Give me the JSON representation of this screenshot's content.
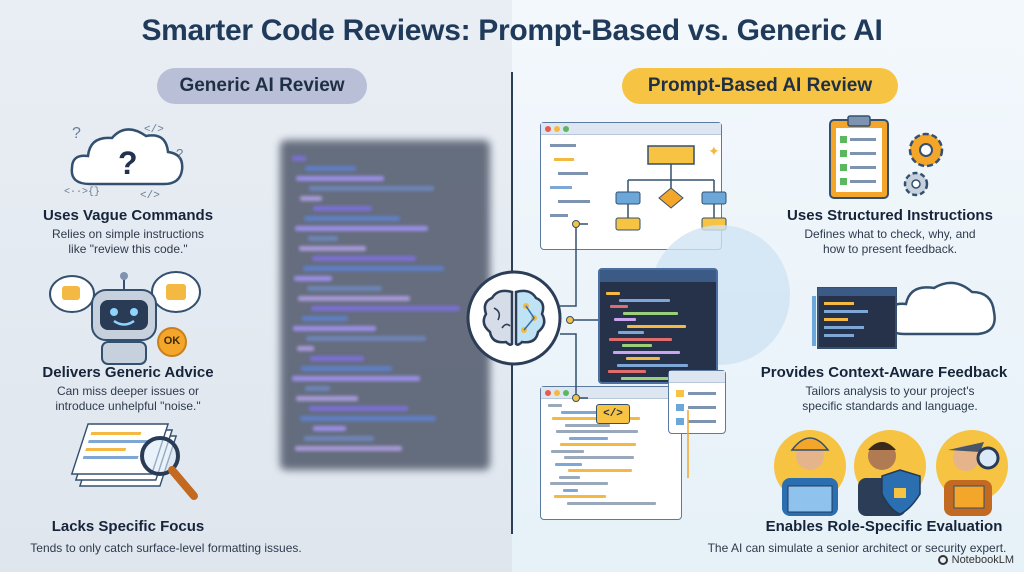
{
  "title": "Smarter Code Reviews: Prompt-Based vs. Generic AI",
  "left": {
    "heading": "Generic AI Review",
    "features": [
      {
        "title": "Uses Vague Commands",
        "desc_line1": "Relies on simple instructions",
        "desc_line2": "like \"review this code.\""
      },
      {
        "title": "Delivers Generic Advice",
        "desc_line1": "Can miss deeper issues or",
        "desc_line2": "introduce unhelpful \"noise.\""
      },
      {
        "title": "Lacks Specific Focus",
        "desc_line1": "Tends to only catch surface-level formatting issues.",
        "desc_line2": ""
      }
    ],
    "ok_badge": "OK"
  },
  "right": {
    "heading": "Prompt-Based AI Review",
    "features": [
      {
        "title": "Uses Structured Instructions",
        "desc_line1": "Defines what to check, why, and",
        "desc_line2": "how to present feedback."
      },
      {
        "title": "Provides Context-Aware Feedback",
        "desc_line1": "Tailors analysis to your project's",
        "desc_line2": "specific standards and language."
      },
      {
        "title": "Enables Role-Specific Evaluation",
        "desc_line1": "The AI can simulate a senior architect or security expert.",
        "desc_line2": ""
      }
    ],
    "code_tag": "</>"
  },
  "brand": "NotebookLM",
  "colors": {
    "accent_yellow": "#f6c343",
    "pill_grey": "#b9bfd6",
    "navy": "#1f3a5a"
  }
}
